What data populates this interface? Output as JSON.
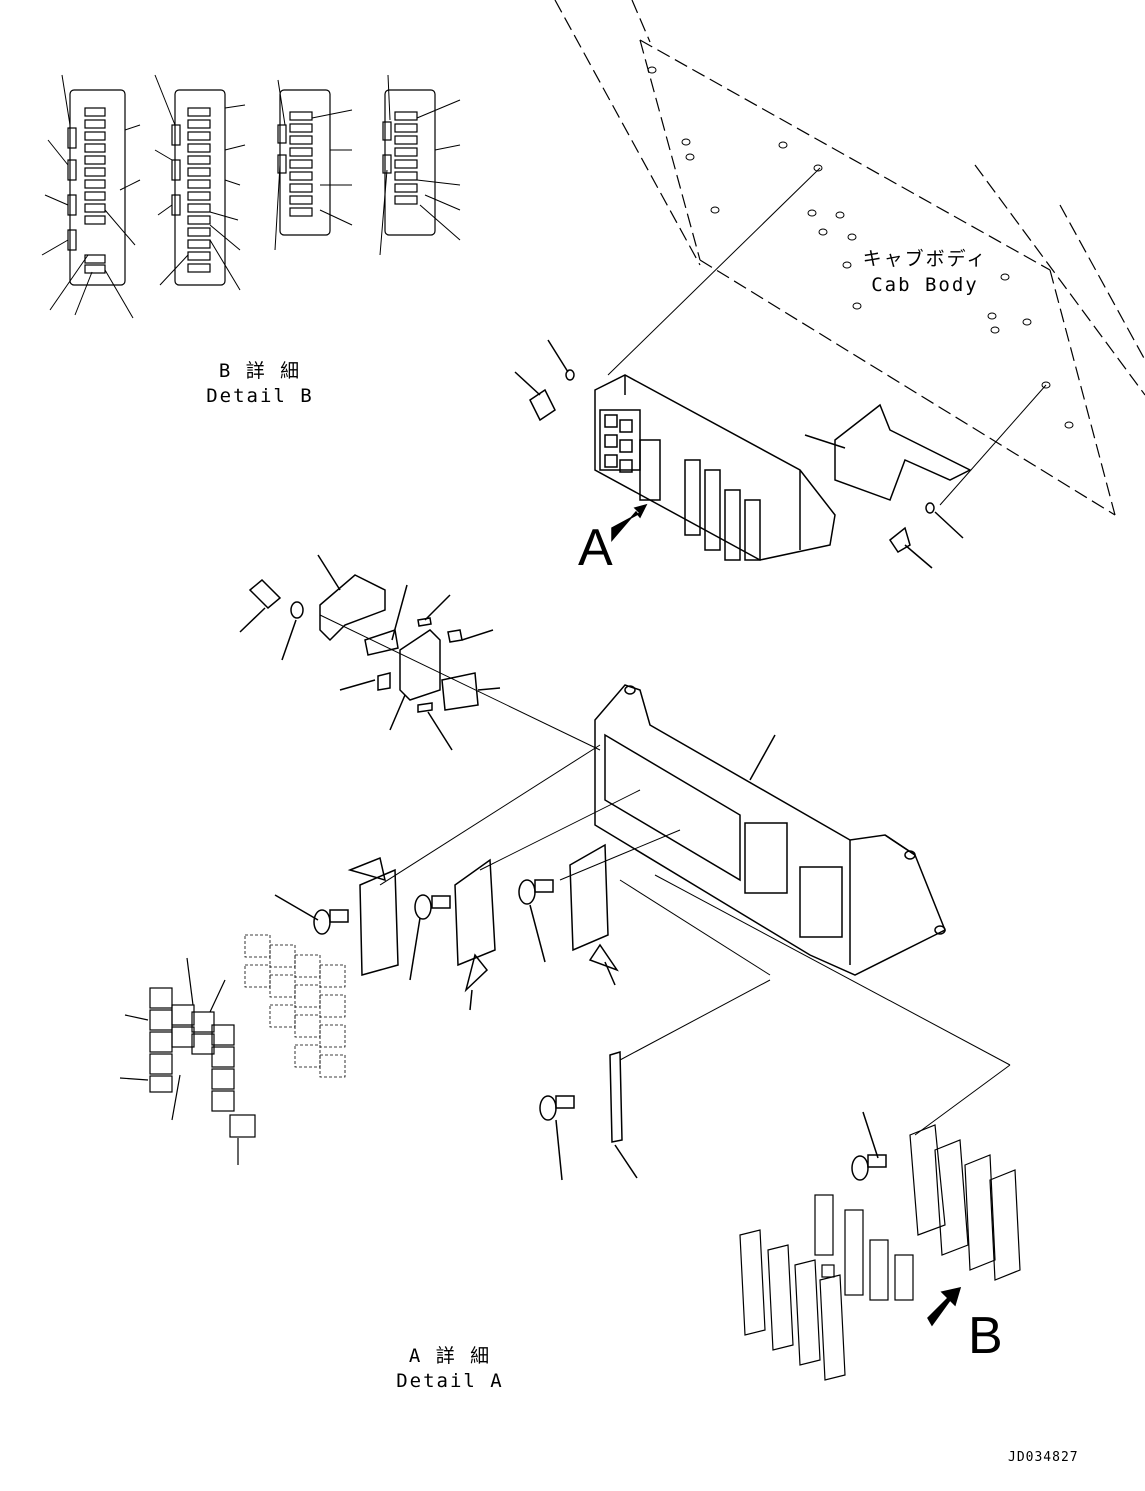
{
  "labels": {
    "cab_body_jp": "キャブボディ",
    "cab_body_en": "Cab Body",
    "detail_b_jp": "B 詳 細",
    "detail_b_en": "Detail B",
    "detail_a_jp": "A 詳 細",
    "detail_a_en": "Detail A",
    "view_a": "A",
    "view_b": "B",
    "drawing_code": "JD034827"
  }
}
